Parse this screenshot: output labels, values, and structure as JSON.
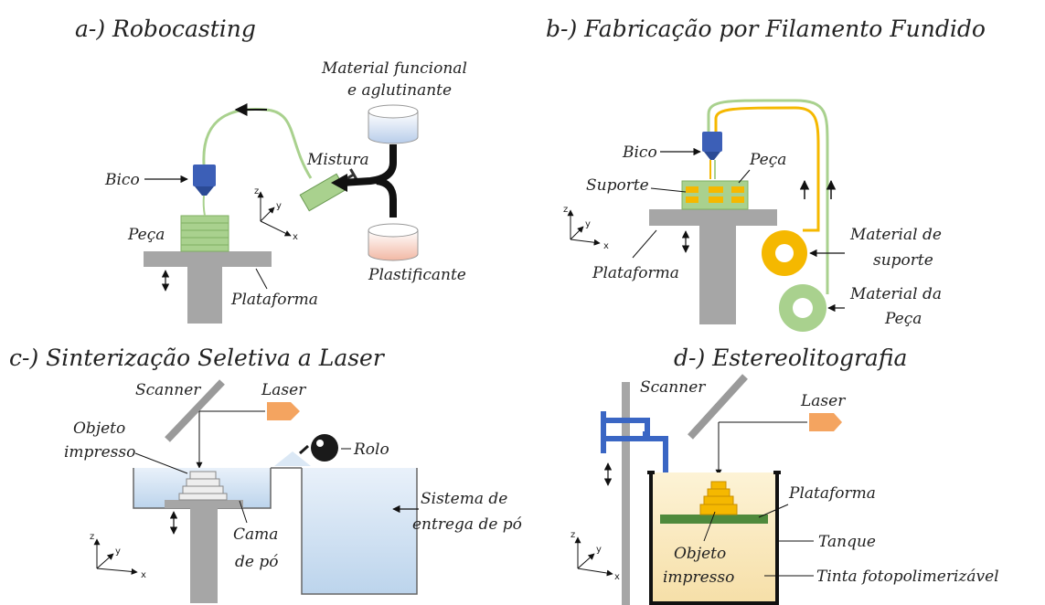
{
  "panels": {
    "a": {
      "title": "a-) Robocasting",
      "material_line1": "Material funcional",
      "material_line2": "e aglutinante",
      "mistura": "Mistura",
      "bico": "Bico",
      "peca": "Peça",
      "plastificante": "Plastificante",
      "plataforma": "Plataforma"
    },
    "b": {
      "title": "b-) Fabricação por Filamento Fundido",
      "bico": "Bico",
      "peca": "Peça",
      "suporte": "Suporte",
      "plataforma": "Plataforma",
      "mat_suporte_line1": "Material de",
      "mat_suporte_line2": "suporte",
      "mat_peca_line1": "Material da",
      "mat_peca_line2": "Peça"
    },
    "c": {
      "title": "c-) Sinterização Seletiva a Laser",
      "scanner": "Scanner",
      "laser": "Laser",
      "objeto_line1": "Objeto",
      "objeto_line2": "impresso",
      "rolo": "Rolo",
      "cama_line1": "Cama",
      "cama_line2": "de pó",
      "sistema_line1": "Sistema de",
      "sistema_line2": "entrega de pó"
    },
    "d": {
      "title": "d-) Estereolitografia",
      "scanner": "Scanner",
      "laser": "Laser",
      "plataforma": "Plataforma",
      "objeto_line1": "Objeto",
      "objeto_line2": "impresso",
      "tanque": "Tanque",
      "tinta": "Tinta fotopolimerizável"
    }
  },
  "axes": {
    "z": "z",
    "y": "y",
    "x": "x"
  },
  "colors": {
    "platform_gray": "#a6a6a6",
    "green_part": "#a9d18e",
    "green_filament": "#a9d18e",
    "yellow_support": "#f5b800",
    "blue_nozzle": "#3c5fb7",
    "laser_orange": "#f4a460",
    "powder_blue": "#dbe8f5",
    "resin_yellow": "#fbe8b8",
    "sla_green": "#4f8a3c",
    "sla_blue": "#3a66c4"
  }
}
